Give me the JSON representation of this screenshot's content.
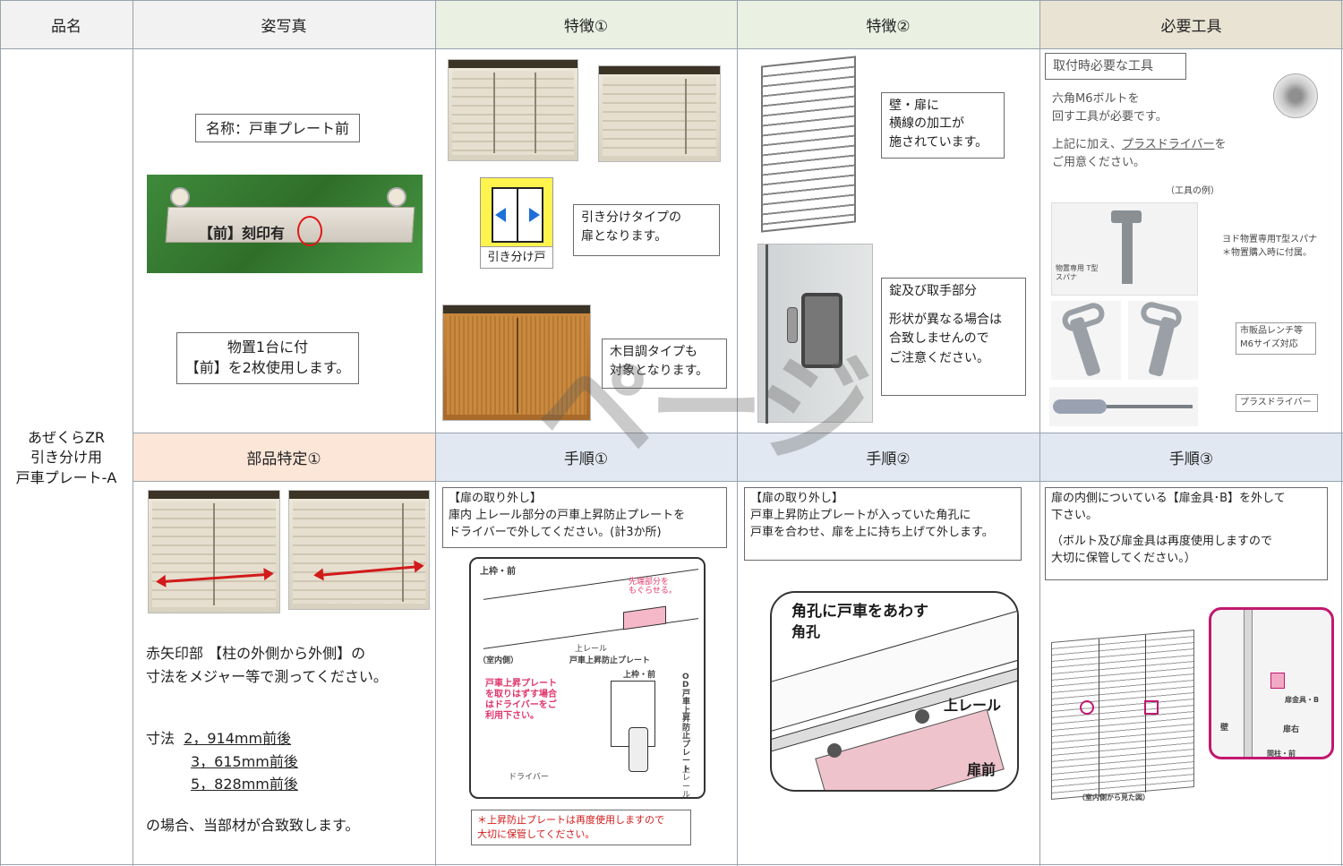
{
  "headers": {
    "name": "品名",
    "photo": "姿写真",
    "feature1": "特徴①",
    "feature2": "特徴②",
    "tools": "必要工具",
    "part_id": "部品特定①",
    "step1": "手順①",
    "step2": "手順②",
    "step3": "手順③"
  },
  "product": {
    "line1": "あぜくらZR",
    "line2": "引き分け用",
    "line3": "戸車プレート-A"
  },
  "photo_cell": {
    "name_label": "名称：戸車プレート前",
    "stamp_label": "【前】刻印有",
    "usage_line1": "物置1台に付",
    "usage_line2": "【前】を2枚使用します。"
  },
  "feature1": {
    "door_icon_label": "引き分け戸",
    "sliding_text_line1": "引き分けタイプの",
    "sliding_text_line2": "扉となります。",
    "wood_text_line1": "木目調タイプも",
    "wood_text_line2": "対象となります。"
  },
  "feature2": {
    "wall_text_line1": "壁・扉に",
    "wall_text_line2": "横線の加工が",
    "wall_text_line3": "施されています。",
    "lock_text_line1": "錠及び取手部分",
    "lock_text_line2": "形状が異なる場合は",
    "lock_text_line3": "合致しませんので",
    "lock_text_line4": "ご注意ください。"
  },
  "tools": {
    "title": "取付時必要な工具",
    "bolt_line1": "六角M6ボルトを",
    "bolt_line2": "回す工具が必要です。",
    "driver_line1_pre": "上記に加え、",
    "driver_line1_link": "プラスドライバー",
    "driver_line1_post": "を",
    "driver_line2": "ご用意ください。",
    "example": "（工具の例）",
    "spanner_label": "物置専用 T型スパナ",
    "spanner_note_line1": "ヨド物置専用T型スパナ",
    "spanner_note_line2": "＊物置購入時に付属。",
    "wrench_note_line1": "市販品レンチ等",
    "wrench_note_line2": "M6サイズ対応",
    "driver_note": "プラスドライバー"
  },
  "part_id": {
    "desc_line1": "赤矢印部 【柱の外側から外側】の",
    "desc_line2": "寸法をメジャー等で測ってください。",
    "size_label": "寸法",
    "size1": "2，914mm前後",
    "size2": "3，615mm前後",
    "size3": "5，828mm前後",
    "conclusion": "の場合、当部材が合致致します。"
  },
  "step1": {
    "text_line1": "【扉の取り外し】",
    "text_line2": "庫内 上レール部分の戸車上昇防止プレートを",
    "text_line3": "ドライバーで外してください。(計3か所)",
    "diag_top_frame": "上枠・前",
    "diag_tip": "先端部分を",
    "diag_tip2": "もぐらせる。",
    "diag_rail": "上レール",
    "diag_inside": "（室内側）",
    "diag_plate": "戸車上昇防止プレート",
    "diag_plate_note1": "戸車上昇プレート",
    "diag_plate_note2": "を取りはずす場合",
    "diag_plate_note3": "はドライバーをご",
    "diag_plate_note4": "利用下さい。",
    "diag_top_frame2": "上枠・前",
    "diag_vertical": "OD戸車上昇防止プレート",
    "diag_driver": "ドライバー",
    "diag_rail2": "上レール",
    "note_line1": "＊上昇防止プレートは再度使用しますので",
    "note_line2": "大切に保管してください。"
  },
  "step2": {
    "text_line1": "【扉の取り外し】",
    "text_line2": "戸車上昇防止プレートが入っていた角孔に",
    "text_line3": "戸車を合わせ、扉を上に持ち上げて外します。",
    "diag_title": "角孔に戸車をあわす",
    "diag_hole": "角孔",
    "diag_rail": "上レール",
    "diag_door": "扉前"
  },
  "step3": {
    "text_line1": "扉の内側についている【扉金具･B】を外して",
    "text_line2": "下さい。",
    "text_line3": "（ボルト及び扉金具は再度使用しますので",
    "text_line4": "大切に保管してください。）",
    "diag_fitting": "扉金具・B",
    "diag_wall": "壁",
    "diag_door_right": "扉右",
    "diag_pillar": "間柱・前",
    "diag_caption": "（室内側から見た図）"
  },
  "watermark": "ページ",
  "colors": {
    "header_gray": "#f2f2f2",
    "header_green": "#eaf0e2",
    "header_tan": "#e8e3d3",
    "header_peach": "#fbe6d8",
    "header_blue": "#e1e8f2",
    "accent_red": "#d21a1a",
    "accent_pink": "#c2186f"
  }
}
